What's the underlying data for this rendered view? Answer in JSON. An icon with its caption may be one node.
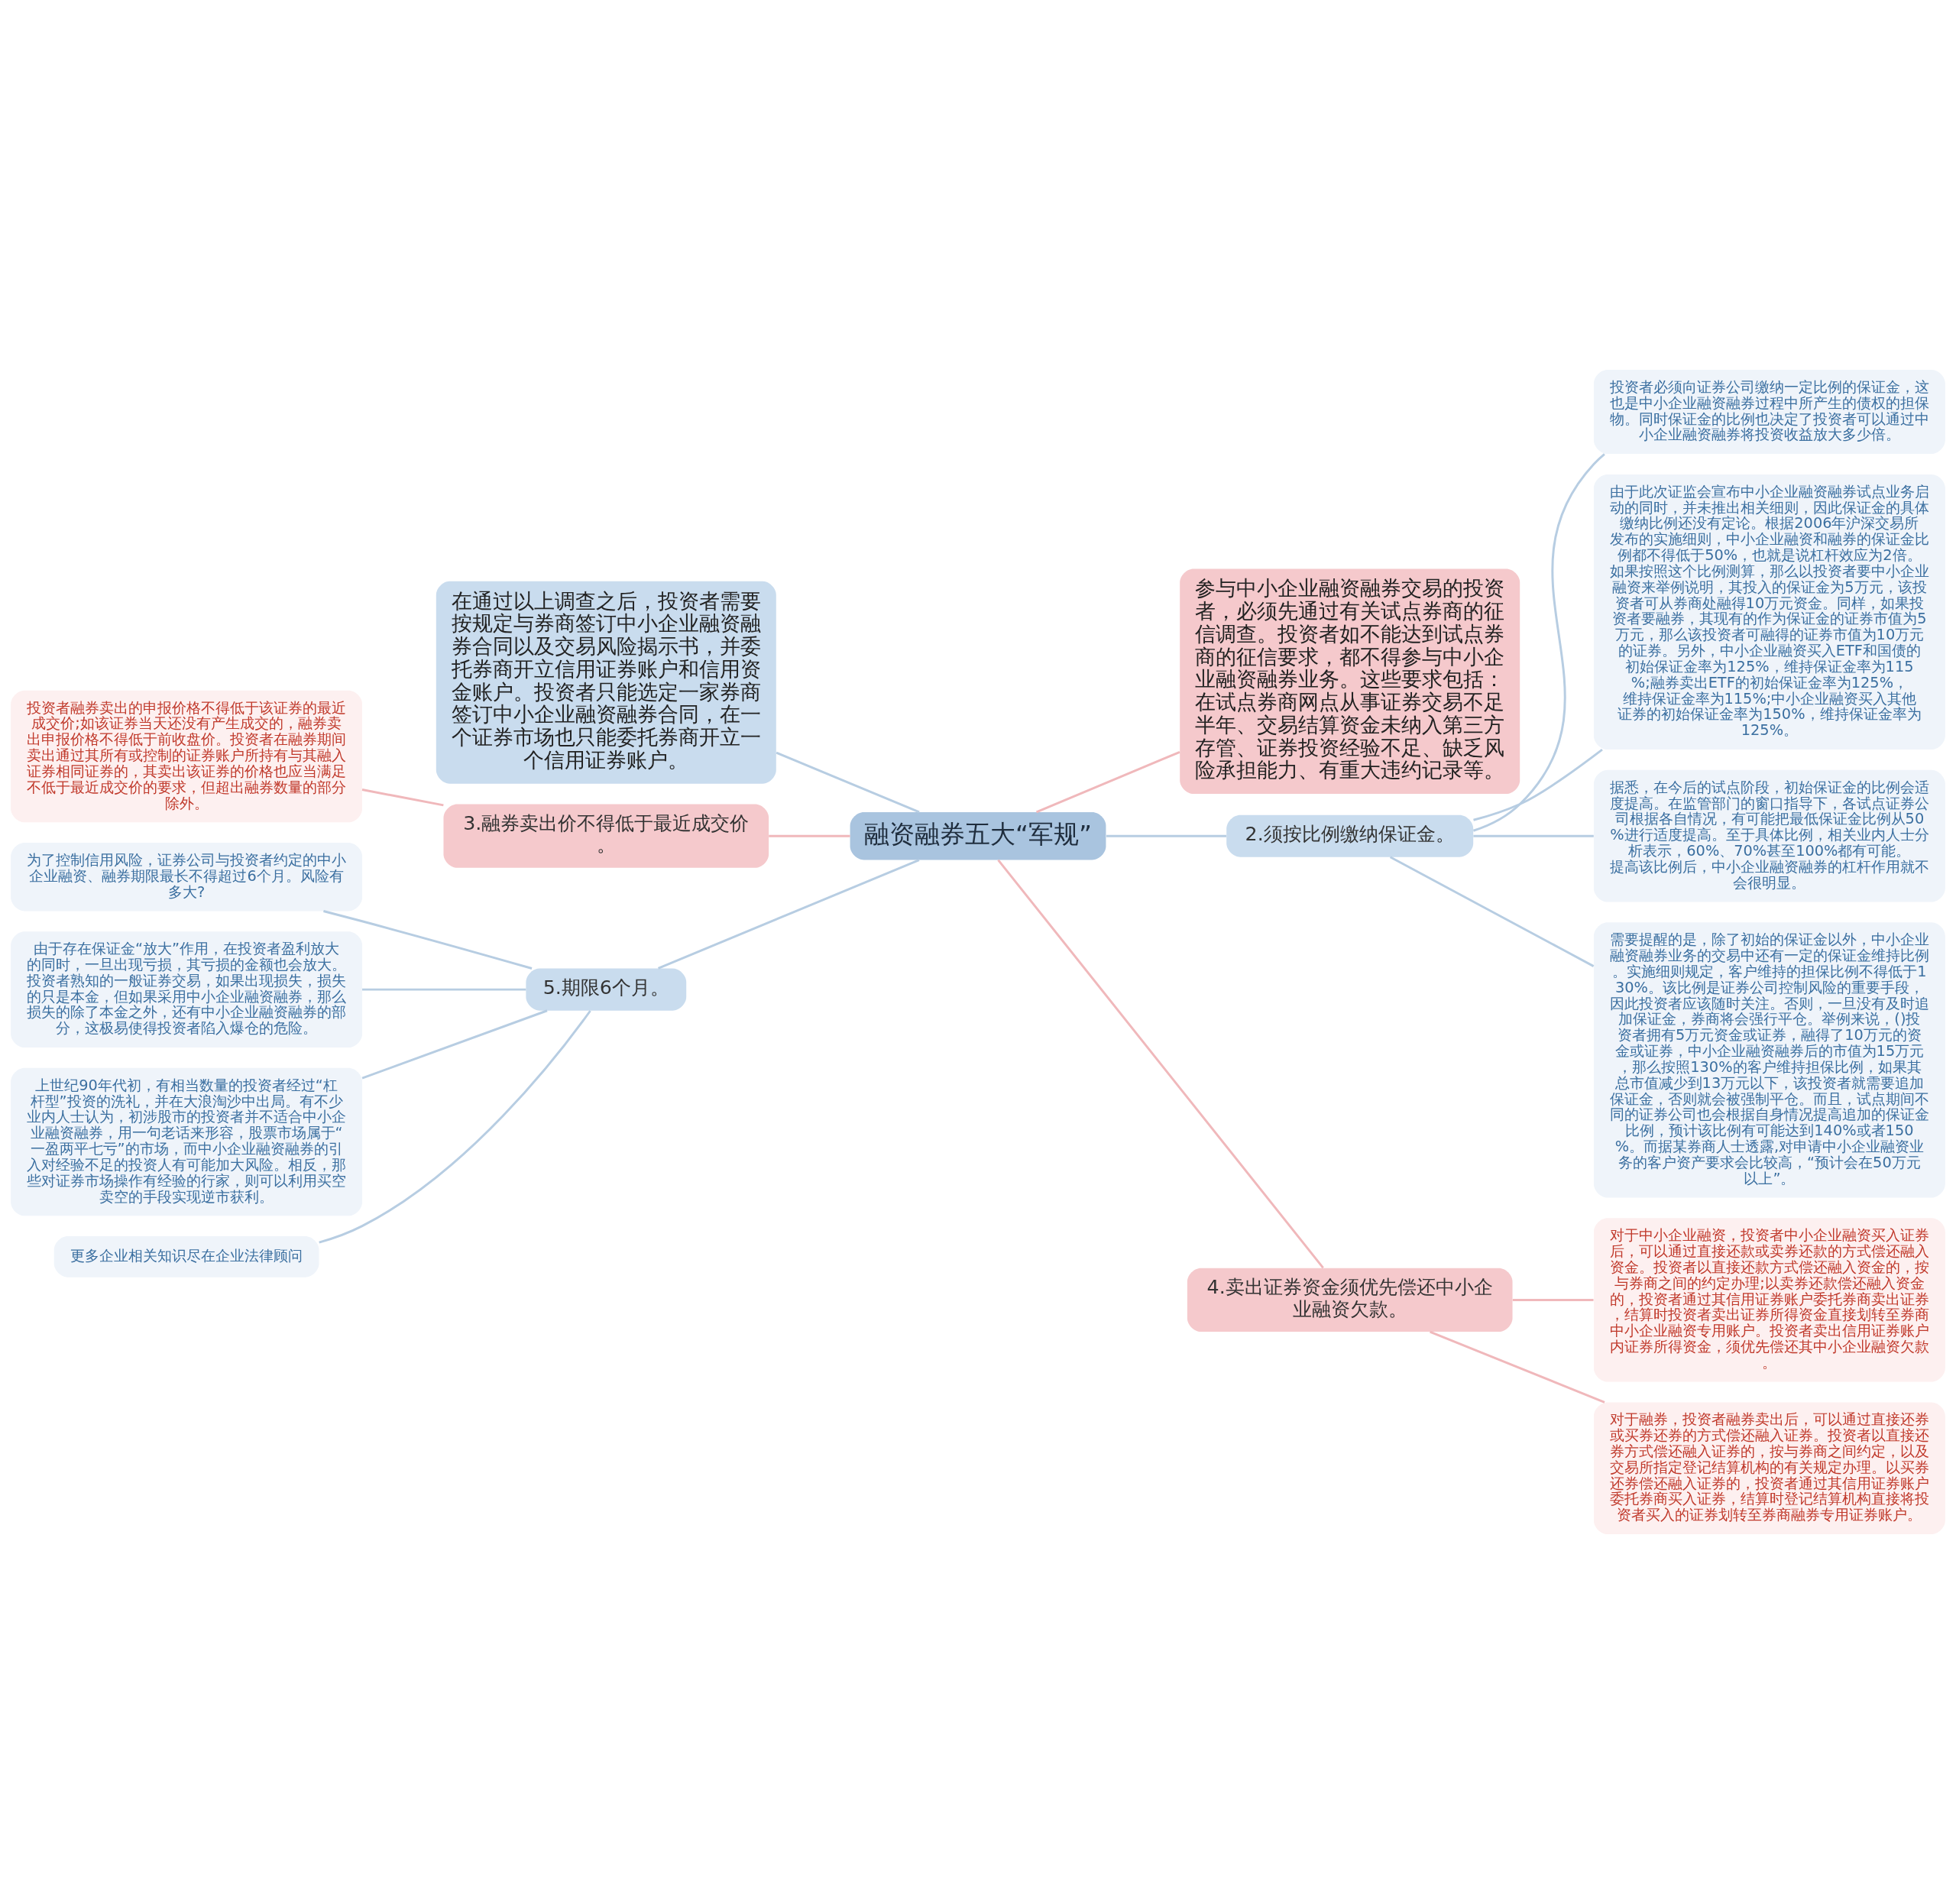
{
  "diagram": {
    "nodes": [
      {
        "text": [
          "融资融券五大“军规”"
        ]
      },
      {
        "text": [
          "参与中小企业融资融券交易的投资者，必须先通过有关试点券商的征信调查。投资者如不能达到试点券商的征信要求，都不得参与中小企业融资融券业务。这些要求包括：在试点券商网点从事证券交易不足半年、交易结算资金未纳入第三方存管、证券投资经验不足、缺乏风险承担能力、有重大违约记录等。"
        ]
      },
      {
        "text": [
          "在通过以上调查之后，投资者需要按规定与券商签订中小企业融资融券合同以及交易风险揭示书，并委托券商开立信用证券账户和信用资金账户。投资者只能选定一家券商签订中小企业融资融券合同，在一个证券市场也只能委托券商开立一个信用证券账户。"
        ]
      },
      {
        "text": [
          "3.融券卖出价不得低于最近成交价。"
        ]
      },
      {
        "text": [
          "投资者融券卖出的申报价格不得低于该证券的最近成交价;如该证券当天还没有产生成交的，融券卖出申报价格不得低于前收盘价。投资者在融券期间卖出通过其所有或控制的证券账户所持有与其融入证券相同证券的，其卖出该证券的价格也应当满足不低于最近成交价的要求，但超出融券数量的部分除外。"
        ]
      },
      {
        "text": [
          "2.须按比例缴纳保证金。"
        ]
      },
      {
        "text": [
          "投资者必须向证券公司缴纳一定比例的保证金，这也是中小企业融资融券过程中所产生的债权的担保物。同时保证金的比例也决定了投资者可以通过中小企业融资融券将投资收益放大多少倍。"
        ]
      },
      {
        "text": [
          "由于此次证监会宣布中小企业融资融券试点业务启动的同时，并未推出相关细则，因此保证金的具体缴纳比例还没有定论。根据2006年沪深交易所发布的实施细则，中小企业融资和融券的保证金比例都不得低于50%，也就是说杠杆效应为2倍。如果按照这个比例测算，那么以投资者要中小企业融资来举例说明，其投入的保证金为5万元，该投资者可从券商处融得10万元资金。同样，如果投资者要融券，其现有的作为保证金的证券市值为5万元，那么该投资者可融得的证券市值为10万元的证券。另外，中小企业融资买入ETF和国债的初始保证金率为125%，维持保证金率为115%;融券卖出ETF的初始保证金率为125%，维持保证金率为115%;中小企业融资买入其他证券的初始保证金率为150%，维持保证金率为125%。"
        ]
      },
      {
        "text": [
          "据悉，在今后的试点阶段，初始保证金的比例会适度提高。在监管部门的窗口指导下，各试点证券公司根据各自情况，有可能把最低保证金比例从50%进行适度提高。至于具体比例，相关业内人士分析表示，60%、70%甚至100%都有可能。提高该比例后，中小企业融资融券的杠杆作用就不会很明显。"
        ]
      },
      {
        "text": [
          "需要提醒的是，除了初始的保证金以外，中小企业融资融券业务的交易中还有一定的保证金维持比例。实施细则规定，客户维持的担保比例不得低于130%。该比例是证券公司控制风险的重要手段，因此投资者应该随时关注。否则，一旦没有及时追加保证金，券商将会强行平仓。举例来说，()投资者拥有5万元资金或证券，融得了10万元的资金或证券，中小企业融资融券后的市值为15万元，那么按照130%的客户维持担保比例，如果其总市值减少到13万元以下，该投资者就需要追加保证金，否则就会被强制平仓。而且，试点期间不同的证券公司也会根据自身情况提高追加的保证金比例，预计该比例有可能达到140%或者150%。而据某券商人士透露,对申请中小企业融资业务的客户资产要求会比较高，“预计会在50万元以上”。"
        ]
      },
      {
        "text": [
          "5.期限6个月。"
        ]
      },
      {
        "text": [
          "为了控制信用风险，证券公司与投资者约定的中小企业融资、融券期限最长不得超过6个月。风险有多大?"
        ]
      },
      {
        "text": [
          "由于存在保证金“放大”作用，在投资者盈利放大的同时，一旦出现亏损，其亏损的金额也会放大。投资者熟知的一般证券交易，如果出现损失，损失的只是本金，但如果采用中小企业融资融券，那么损失的除了本金之外，还有中小企业融资融券的部分，这极易使得投资者陷入爆仓的危险。"
        ]
      },
      {
        "text": [
          "上世纪90年代初，有相当数量的投资者经过“杠杆型”投资的洗礼，并在大浪淘沙中出局。有不少业内人士认为，初涉股市的投资者并不适合中小企业融资融券，用一句老话来形容，股票市场属于“一盈两平七亏”的市场，而中小企业融资融券的引入对经验不足的投资人有可能加大风险。相反，那些对证券市场操作有经验的行家，则可以利用买空卖空的手段实现逆市获利。"
        ]
      },
      {
        "text": [
          "更多企业相关知识尽在企业法律顾问"
        ]
      },
      {
        "text": [
          "4.卖出证券资金须优先偿还中小企业融资欠款。"
        ]
      },
      {
        "text": [
          "对于中小企业融资，投资者中小企业融资买入证券后，可以通过直接还款或卖券还款的方式偿还融入资金。投资者以直接还款方式偿还融入资金的，按与券商之间的约定办理;以卖券还款偿还融入资金的，投资者通过其信用证券账户委托券商卖出证券，结算时投资者卖出证券所得资金直接划转至券商中小企业融资专用账户。投资者卖出信用证券账户内证券所得资金，须优先偿还其中小企业融资欠款。"
        ]
      },
      {
        "text": [
          "对于融券，投资者融券卖出后，可以通过直接还券或买券还券的方式偿还融入证券。投资者以直接还券方式偿还融入证券的，按与券商之间约定，以及交易所指定登记结算机构的有关规定办理。以买券还券偿还融入证券的，投资者通过其信用证券账户委托券商买入证券，结算时登记结算机构直接将投资者买入的证券划转至券商融券专用证券账户。"
        ]
      }
    ],
    "edges": [
      {
        "from": 0,
        "to": 1,
        "arrow": "none",
        "color": "#f0b8bb"
      },
      {
        "from": 0,
        "to": 2,
        "arrow": "none"
      },
      {
        "from": 0,
        "to": 3,
        "arrow": "none",
        "color": "#f0b8bb"
      },
      {
        "from": 3,
        "to": 4,
        "arrow": "none",
        "color": "#f0b8bb"
      },
      {
        "from": 0,
        "to": 5,
        "arrow": "none"
      },
      {
        "from": 5,
        "to": 6,
        "arrow": "none"
      },
      {
        "from": 5,
        "to": 7,
        "arrow": "none"
      },
      {
        "from": 5,
        "to": 8,
        "arrow": "none"
      },
      {
        "from": 5,
        "to": 9,
        "arrow": "none"
      },
      {
        "from": 0,
        "to": 10,
        "arrow": "none"
      },
      {
        "from": 10,
        "to": 11,
        "arrow": "none"
      },
      {
        "from": 10,
        "to": 12,
        "arrow": "none"
      },
      {
        "from": 10,
        "to": 13,
        "arrow": "none"
      },
      {
        "from": 10,
        "to": 14,
        "arrow": "none"
      },
      {
        "from": 0,
        "to": 15,
        "arrow": "none",
        "color": "#f0b8bb"
      },
      {
        "from": 15,
        "to": 16,
        "arrow": "none",
        "color": "#f0b8bb"
      },
      {
        "from": 15,
        "to": 17,
        "arrow": "none",
        "color": "#f0b8bb"
      }
    ]
  }
}
